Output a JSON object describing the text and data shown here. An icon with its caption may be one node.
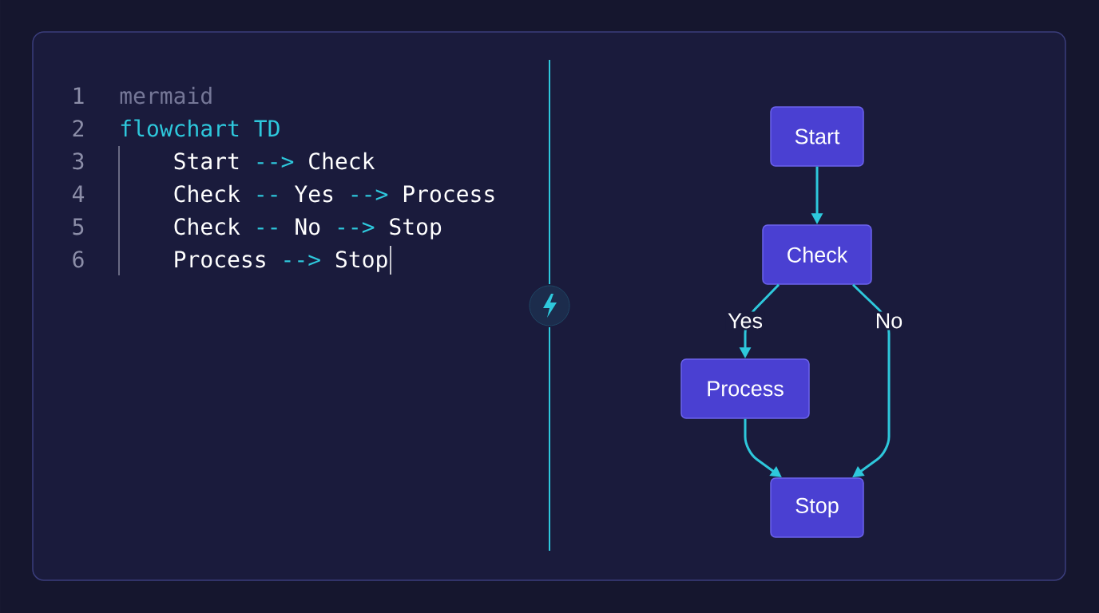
{
  "diagram": {
    "nodes": [
      {
        "text": [
          "Start"
        ]
      },
      {
        "text": [
          "Check"
        ]
      },
      {
        "text": [
          "Process"
        ]
      },
      {
        "text": [
          "Stop"
        ]
      }
    ],
    "edges": [
      {
        "from": 0,
        "to": 1,
        "arrow": "to"
      },
      {
        "from": 1,
        "to": 2,
        "arrow": "to",
        "label": "Yes"
      },
      {
        "from": 1,
        "to": 3,
        "arrow": "to",
        "label": "No"
      },
      {
        "from": 2,
        "to": 3,
        "arrow": "to"
      }
    ],
    "labels": [
      "1",
      "mermaid",
      "2",
      "flowchart TD",
      "3",
      "Start",
      "-->",
      "Check",
      "4",
      "Check",
      "--",
      "Yes",
      "-->",
      "Process",
      "5",
      "Check",
      "--",
      "No",
      "-->",
      "Stop",
      "6",
      "Process",
      "-->",
      "Stop"
    ]
  }
}
